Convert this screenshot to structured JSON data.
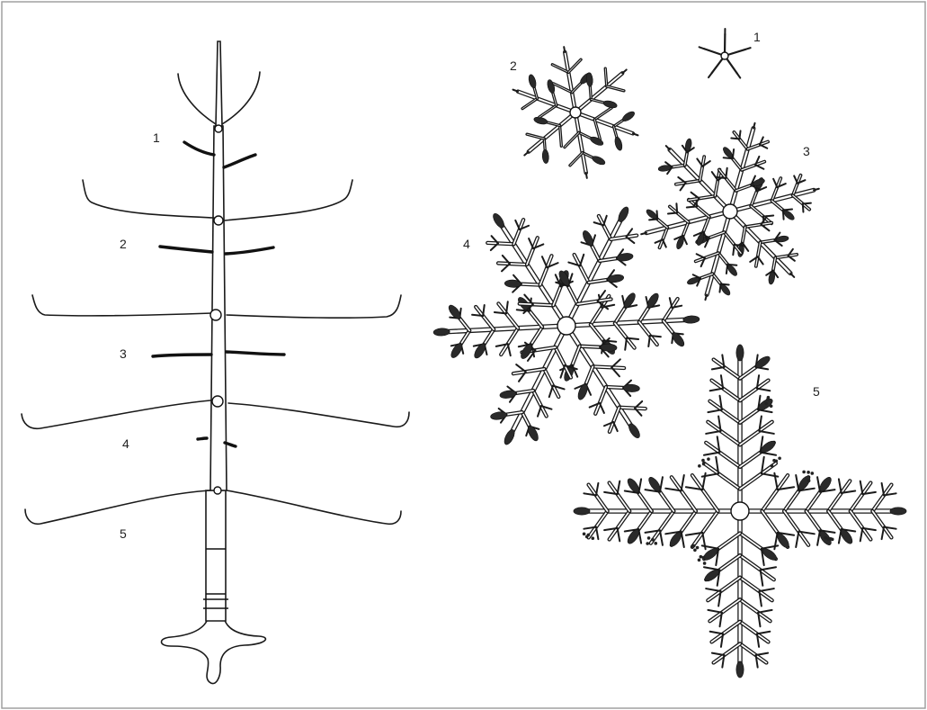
{
  "figure": {
    "side_view_labels": [
      "1",
      "2",
      "3",
      "4",
      "5"
    ],
    "top_view_labels": [
      "1",
      "2",
      "3",
      "4",
      "5"
    ]
  }
}
